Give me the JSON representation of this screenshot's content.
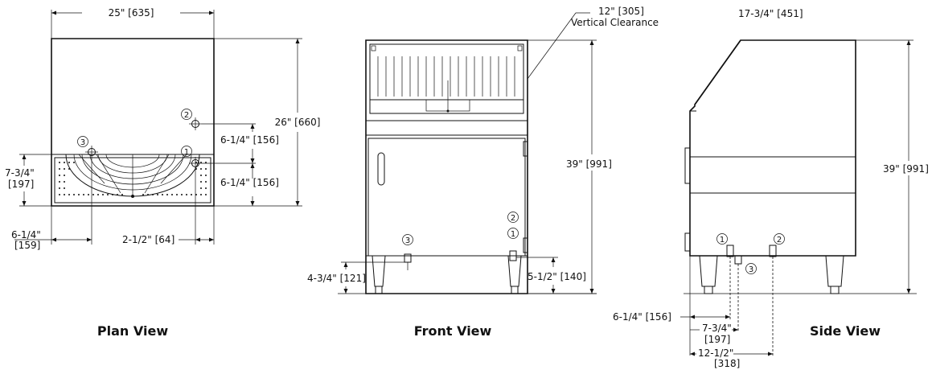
{
  "plan_view": {
    "title": "Plan View",
    "width_label": "25\" [635]",
    "depth_label": "26\" [660]",
    "drain_offset_upper": "6-1/4\" [156]",
    "drain_offset_lower": "6-1/4\" [156]",
    "left_depth_line1": "7-3/4\"",
    "left_depth_line2": "[197]",
    "left_offset_line1": "6-1/4\"",
    "left_offset_line2": "[159]",
    "right_offset": "2-1/2\" [64]",
    "callouts": [
      "1",
      "2",
      "3"
    ]
  },
  "front_view": {
    "title": "Front View",
    "clearance_line1": "12\" [305]",
    "clearance_line2": "Vertical Clearance",
    "height_label": "39\" [991]",
    "left_height": "4-3/4\" [121]",
    "right_height": "5-1/2\" [140]",
    "callouts": [
      "1",
      "2",
      "3"
    ]
  },
  "side_view": {
    "title": "Side View",
    "depth_label": "17-3/4\" [451]",
    "height_label": "39\" [991]",
    "offset_a": "6-1/4\" [156]",
    "offset_b_line1": "7-3/4\"",
    "offset_b_line2": "[197]",
    "offset_c_line1": "12-1/2\"",
    "offset_c_line2": "[318]",
    "callouts": [
      "1",
      "2",
      "3"
    ]
  }
}
